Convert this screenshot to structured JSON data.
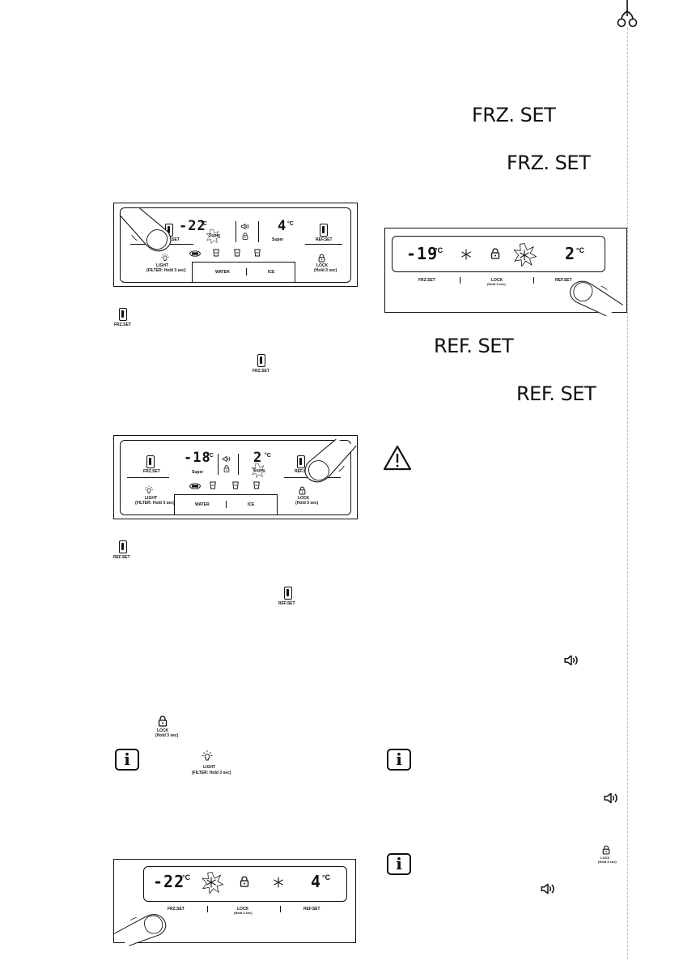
{
  "right": {
    "frz_set_1": "FRZ. SET",
    "frz_set_2": "FRZ. SET",
    "ref_set_1": "REF. SET",
    "ref_set_2": "REF. SET"
  },
  "icon_labels": {
    "frz_set": "FRZ.SET",
    "ref_set": "REF.SET",
    "lock": "LOCK",
    "lock_hold": "(Hold 3 sec)",
    "light": "LIGHT",
    "light_hold": "(FILTER: Hold 3 sec)"
  },
  "panel1": {
    "freezer_temp": "-22",
    "fridge_temp": "4",
    "deg": "°C",
    "super_left": "Super",
    "super_right": "Super",
    "frz_label": "FRZ.SET",
    "ref_label": "REF.SET",
    "light_label": "LIGHT",
    "light_sub": "(FILTER: Hold 3 sec)",
    "lock_label": "LOCK",
    "lock_sub": "(Hold 3 sec)",
    "water": "WATER",
    "ice": "ICE"
  },
  "panel2": {
    "freezer_temp": "-18",
    "fridge_temp": "2",
    "deg": "°C",
    "super_left": "Super",
    "super_right": "Super",
    "frz_label": "FRZ.SET",
    "ref_label": "REF.SET",
    "light_label": "LIGHT",
    "light_sub": "(FILTER: Hold 3 sec)",
    "lock_label": "LOCK",
    "lock_sub": "(Hold 3 sec)",
    "water": "WATER",
    "ice": "ICE"
  },
  "panel3": {
    "freezer_temp": "-22",
    "fridge_temp": "4",
    "deg": "°C",
    "frz_label": "FRZ.SET",
    "lock_label": "LOCK",
    "lock_sub": "(Hold 3 sec)",
    "ref_label": "REF.SET"
  },
  "panel4": {
    "freezer_temp": "-19",
    "fridge_temp": "2",
    "deg": "°C",
    "frz_label": "FRZ.SET",
    "lock_label": "LOCK",
    "lock_sub": "(Hold 3 sec)",
    "ref_label": "REF.SET"
  }
}
